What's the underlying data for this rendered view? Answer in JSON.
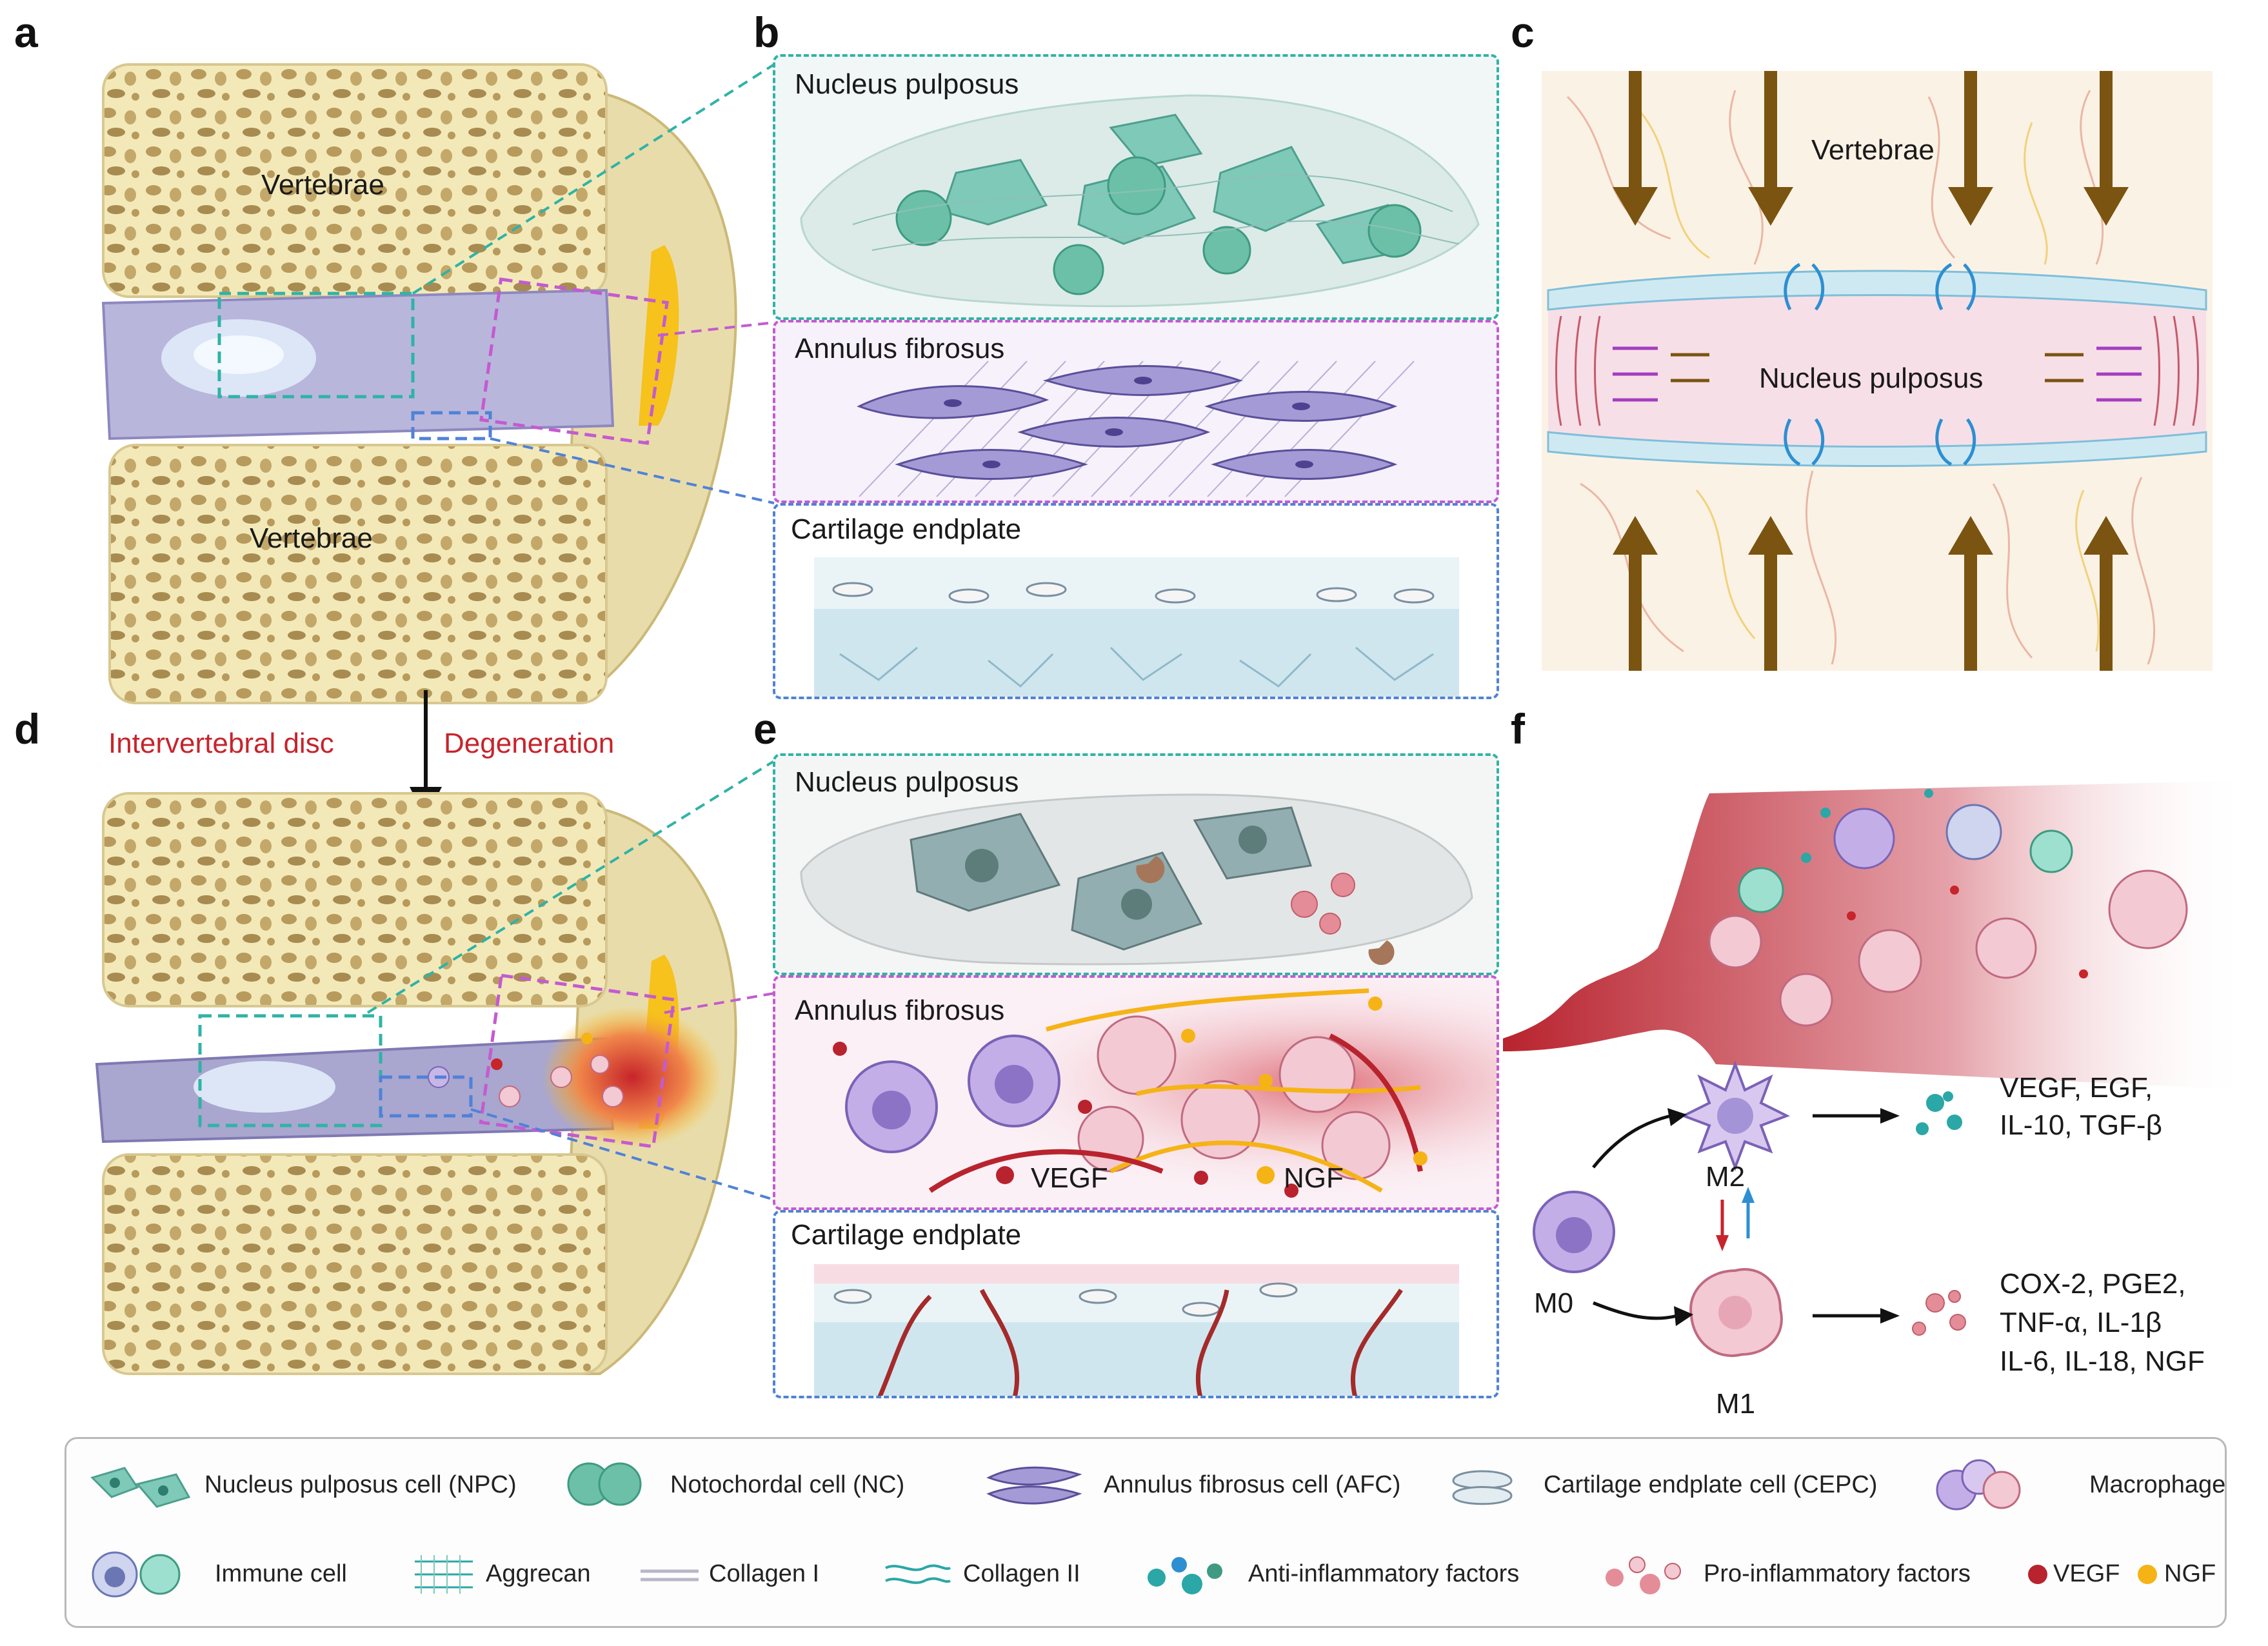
{
  "panels": {
    "a": {
      "letter": "a",
      "upper_label": "Vertebrae",
      "lower_label": "Vertebrae"
    },
    "b": {
      "letter": "b",
      "np_label": "Nucleus pulposus",
      "af_label": "Annulus fibrosus",
      "cep_label": "Cartilage endplate"
    },
    "c": {
      "letter": "c",
      "vertebrae_label": "Vertebrae",
      "np_label": "Nucleus pulposus"
    },
    "d": {
      "letter": "d",
      "left_caption": "Intervertebral disc",
      "right_caption": "Degeneration"
    },
    "e": {
      "letter": "e",
      "np_label": "Nucleus pulposus",
      "af_label": "Annulus fibrosus",
      "cep_label": "Cartilage endplate",
      "vegf_label": "VEGF",
      "ngf_label": "NGF"
    },
    "f": {
      "letter": "f",
      "m0": "M0",
      "m1": "M1",
      "m2": "M2",
      "m2_factors_line1": "VEGF, EGF,",
      "m2_factors_line2": "IL-10, TGF-β",
      "m1_factors_line1": "COX-2, PGE2,",
      "m1_factors_line2": "TNF-α, IL-1β",
      "m1_factors_line3": "IL-6, IL-18, NGF"
    }
  },
  "legend": {
    "npc": "Nucleus pulposus cell (NPC)",
    "nc": "Notochordal cell (NC)",
    "afc": "Annulus fibrosus cell (AFC)",
    "cepc": "Cartilage endplate cell (CEPC)",
    "macrophage": "Macrophage",
    "immune": "Immune cell",
    "aggrecan": "Aggrecan",
    "collagen1": "Collagen I",
    "collagen2": "Collagen II",
    "anti_inflam": "Anti-inflammatory factors",
    "pro_inflam": "Pro-inflammatory factors",
    "vegf": "VEGF",
    "ngf": "NGF"
  },
  "colors": {
    "bone": "#f3e9b8",
    "bone_pore": "#b79a5c",
    "disc": "#b9b6dc",
    "np_teal": "#7fc9b8",
    "af_purple": "#9a8fce",
    "cep_blue": "#cfe6ee",
    "arrow_brown": "#7a5410",
    "inflam_red": "#c7242b",
    "ngf_orange": "#f5b316"
  }
}
